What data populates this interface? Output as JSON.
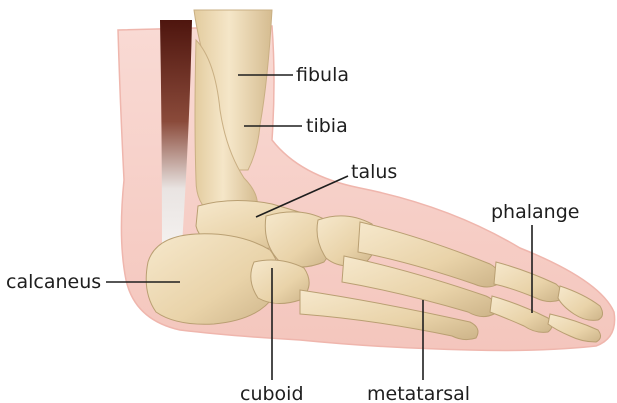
{
  "labels": {
    "fibula": "fibula",
    "tibia": "tibia",
    "talus": "talus",
    "phalange": "phalange",
    "calcaneus": "calcaneus",
    "cuboid": "cuboid",
    "metatarsal": "metatarsal"
  },
  "colors": {
    "skin": "#f7d2cc",
    "skin_edge": "#efb6ad",
    "bone": "#efdcb8",
    "bone_shade": "#cdb489",
    "tendon_dark": "#5a1a12",
    "leader_line": "#1e1e1e"
  }
}
